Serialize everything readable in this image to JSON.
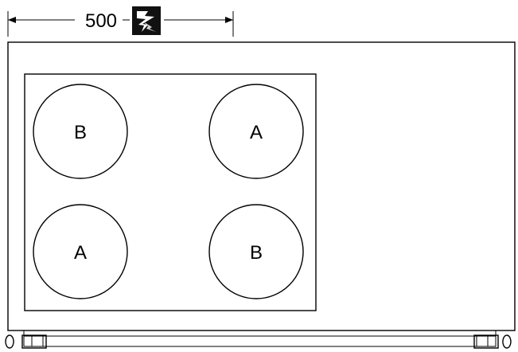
{
  "dimension": {
    "value": "500",
    "badge_icon": "electric-lightning-icon"
  },
  "burners": [
    {
      "label": "B"
    },
    {
      "label": "A"
    },
    {
      "label": "A"
    },
    {
      "label": "B"
    }
  ],
  "colors": {
    "line": "#000000",
    "badge_bg": "#111111",
    "badge_bolt": "#ffffff"
  }
}
